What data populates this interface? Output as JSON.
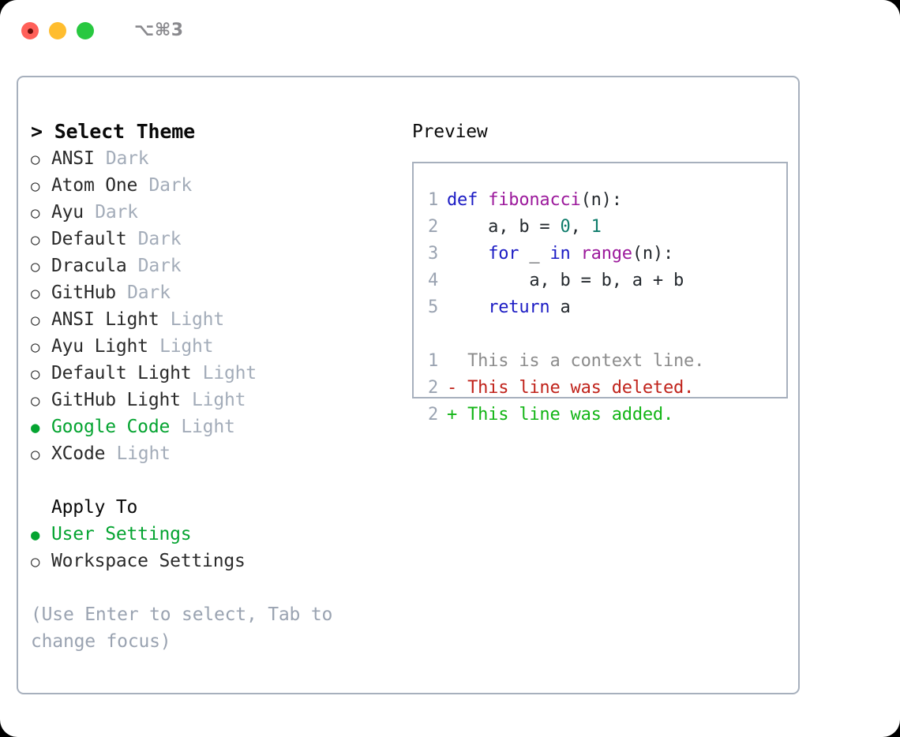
{
  "window": {
    "shortcut": "⌥⌘3",
    "traffic_lights": [
      {
        "name": "close",
        "color": "#FF6059"
      },
      {
        "name": "minimize",
        "color": "#FFBD2E"
      },
      {
        "name": "maximize",
        "color": "#28C840"
      }
    ]
  },
  "picker": {
    "header": "> Select Theme",
    "items": [
      {
        "marker": "○",
        "label": "ANSI",
        "kind": "Dark",
        "selected": false
      },
      {
        "marker": "○",
        "label": "Atom One",
        "kind": "Dark",
        "selected": false
      },
      {
        "marker": "○",
        "label": "Ayu",
        "kind": "Dark",
        "selected": false
      },
      {
        "marker": "○",
        "label": "Default",
        "kind": "Dark",
        "selected": false
      },
      {
        "marker": "○",
        "label": "Dracula",
        "kind": "Dark",
        "selected": false
      },
      {
        "marker": "○",
        "label": "GitHub",
        "kind": "Dark",
        "selected": false
      },
      {
        "marker": "○",
        "label": "ANSI Light",
        "kind": "Light",
        "selected": false
      },
      {
        "marker": "○",
        "label": "Ayu Light",
        "kind": "Light",
        "selected": false
      },
      {
        "marker": "○",
        "label": "Default Light",
        "kind": "Light",
        "selected": false
      },
      {
        "marker": "○",
        "label": "GitHub Light",
        "kind": "Light",
        "selected": false
      },
      {
        "marker": "●",
        "label": "Google Code",
        "kind": "Light",
        "selected": true
      },
      {
        "marker": "○",
        "label": "XCode",
        "kind": "Light",
        "selected": false
      }
    ]
  },
  "apply_to": {
    "title": "Apply To",
    "items": [
      {
        "marker": "●",
        "label": "User Settings",
        "selected": true
      },
      {
        "marker": "○",
        "label": "Workspace Settings",
        "selected": false
      }
    ]
  },
  "hint": "(Use Enter to select, Tab to change focus)",
  "preview": {
    "title": "Preview",
    "code": [
      {
        "num": "1",
        "tokens": [
          {
            "t": "def",
            "c": "kw"
          },
          {
            "t": " ",
            "c": "plain"
          },
          {
            "t": "fibonacci",
            "c": "fn"
          },
          {
            "t": "(n):",
            "c": "plain"
          }
        ]
      },
      {
        "num": "2",
        "tokens": [
          {
            "t": "    a, b = ",
            "c": "plain"
          },
          {
            "t": "0",
            "c": "num"
          },
          {
            "t": ", ",
            "c": "plain"
          },
          {
            "t": "1",
            "c": "num"
          }
        ]
      },
      {
        "num": "3",
        "tokens": [
          {
            "t": "    ",
            "c": "plain"
          },
          {
            "t": "for",
            "c": "kw"
          },
          {
            "t": " _ ",
            "c": "plain"
          },
          {
            "t": "in",
            "c": "kw"
          },
          {
            "t": " ",
            "c": "plain"
          },
          {
            "t": "range",
            "c": "fn"
          },
          {
            "t": "(n):",
            "c": "plain"
          }
        ]
      },
      {
        "num": "4",
        "tokens": [
          {
            "t": "        a, b = b, a + b",
            "c": "plain"
          }
        ]
      },
      {
        "num": "5",
        "tokens": [
          {
            "t": "    ",
            "c": "plain"
          },
          {
            "t": "return",
            "c": "kw"
          },
          {
            "t": " a",
            "c": "plain"
          }
        ]
      }
    ],
    "diff": [
      {
        "num": "1",
        "sign": " ",
        "text": "This is a context line.",
        "kind": "ctx"
      },
      {
        "num": "2",
        "sign": "-",
        "text": "This line was deleted.",
        "kind": "del"
      },
      {
        "num": "2",
        "sign": "+",
        "text": "This line was added.",
        "kind": "add"
      }
    ]
  },
  "colors": {
    "accent_green": "#05A431",
    "muted": "#A3ACB9",
    "border": "#A7B0BD",
    "keyword": "#1B1BC4",
    "function": "#9C1A9C",
    "number": "#0E7C6B",
    "diff_add": "#13B516",
    "diff_del": "#C0231B",
    "diff_ctx": "#8C8C8C"
  }
}
